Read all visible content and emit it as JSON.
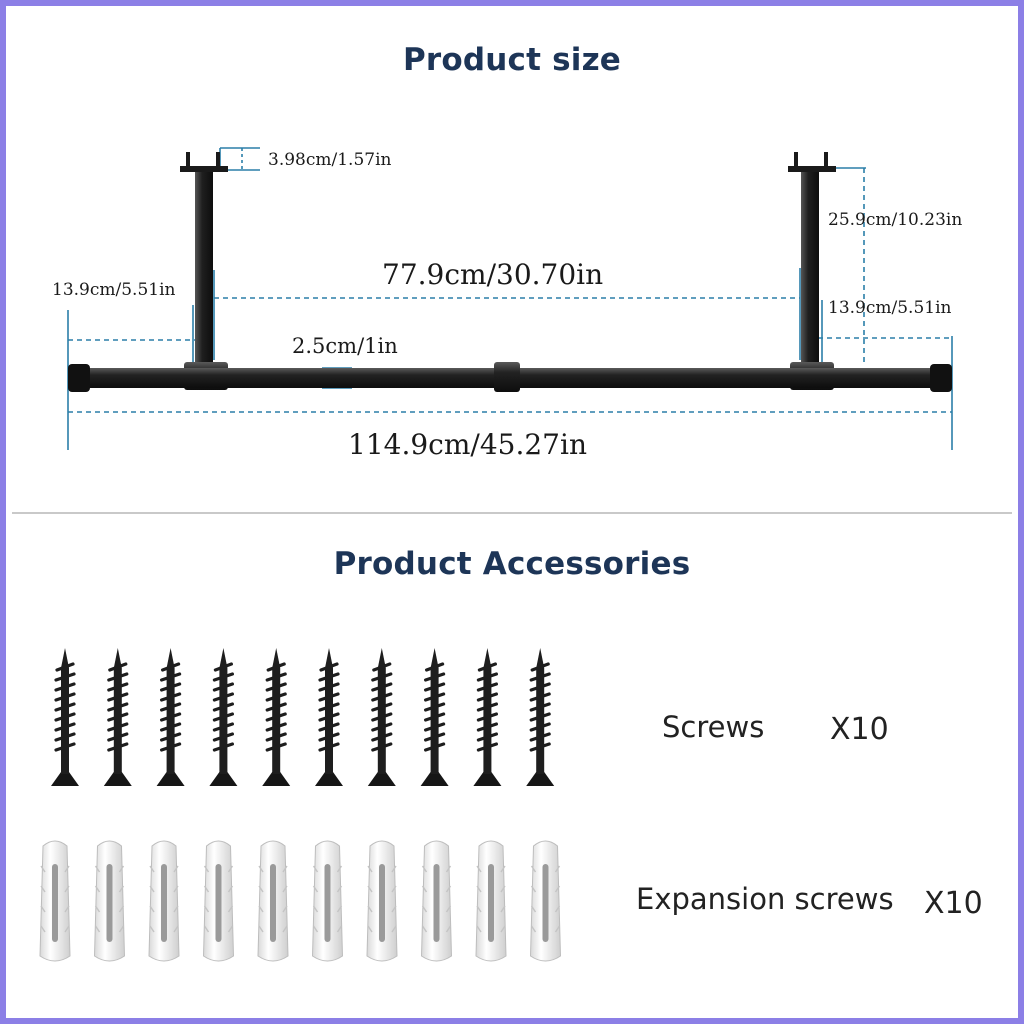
{
  "sections": {
    "product_size_title": "Product size",
    "accessories_title": "Product Accessories"
  },
  "dimensions": {
    "flange_width": "3.98cm/1.57in",
    "post_height": "25.9cm/10.23in",
    "inner_span": "77.9cm/30.70in",
    "left_overhang": "13.9cm/5.51in",
    "right_overhang": "13.9cm/5.51in",
    "pipe_diameter": "2.5cm/1in",
    "total_length": "114.9cm/45.27in"
  },
  "accessories": [
    {
      "name": "Screws",
      "quantity": "X10",
      "icon": "screw-icon",
      "count": 10
    },
    {
      "name": "Expansion screws",
      "quantity": "X10",
      "icon": "wall-anchor-icon",
      "count": 10
    }
  ],
  "colors": {
    "title": "#1d3557",
    "dimension_line": "#2b7fa8",
    "pipe": "#1c1c1c",
    "frame_border": "#8c7fe6"
  }
}
